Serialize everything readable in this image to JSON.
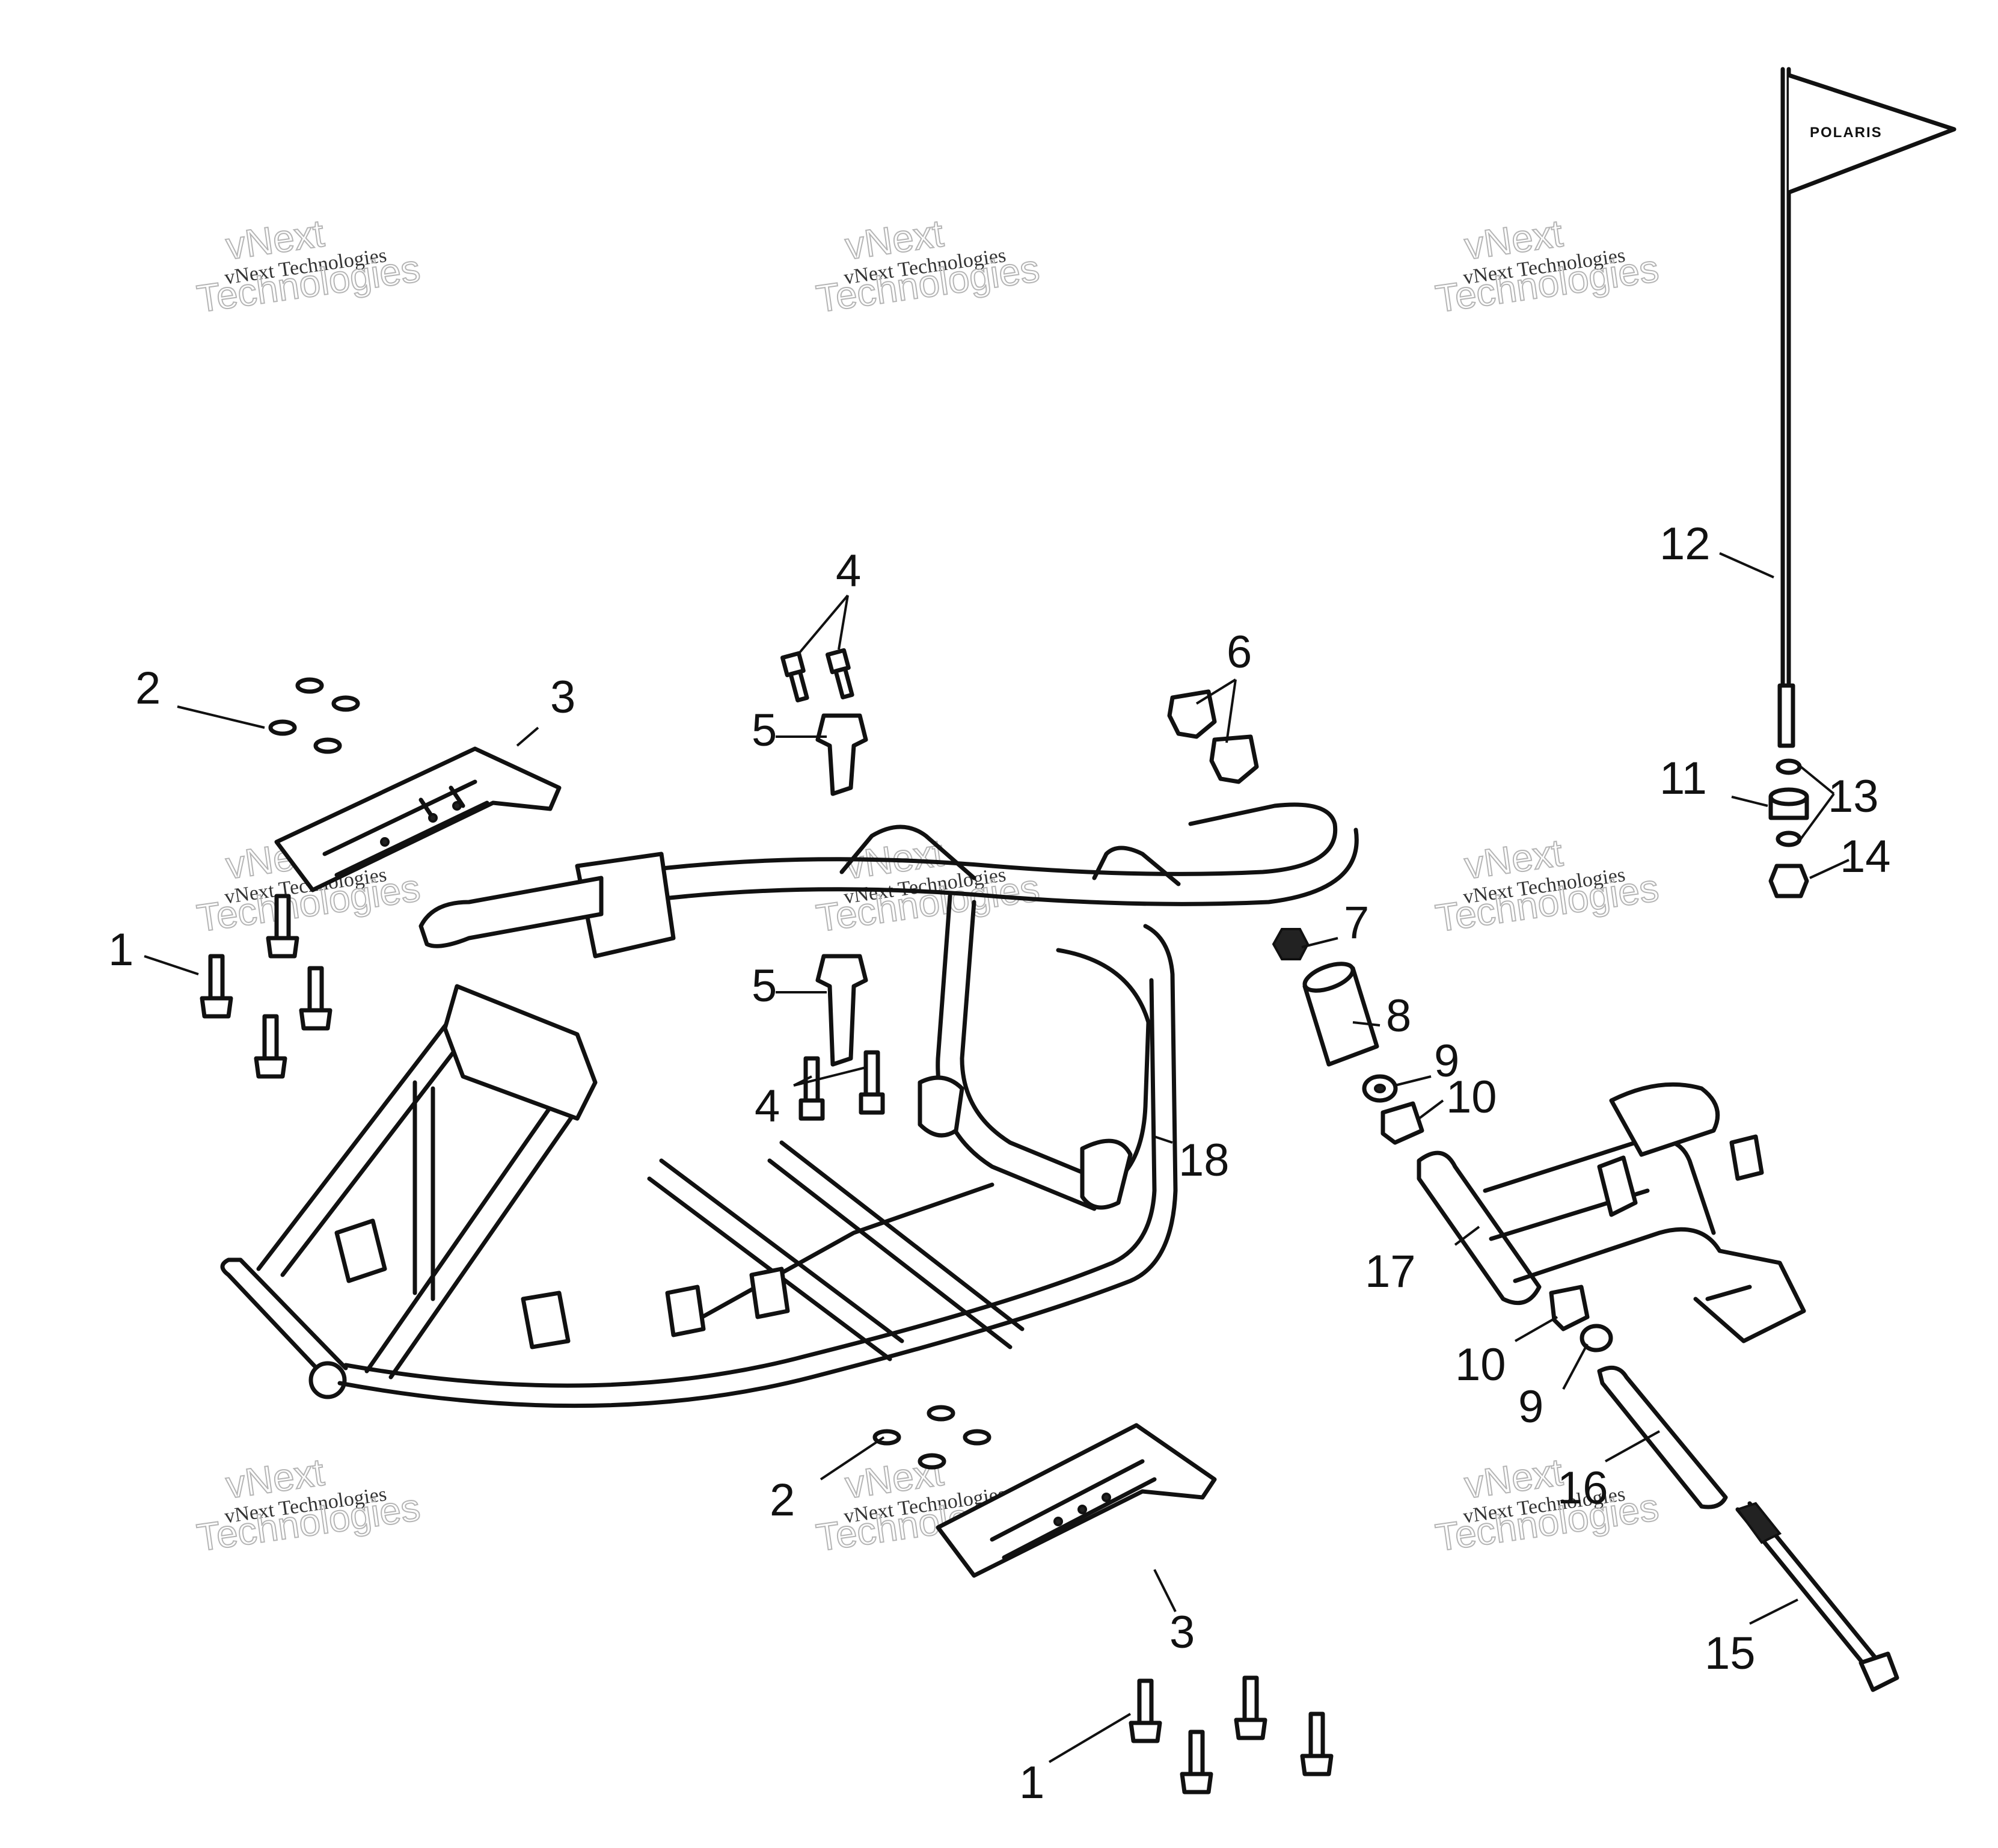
{
  "callouts": {
    "c1a": "1",
    "c1b": "1",
    "c2a": "2",
    "c2b": "2",
    "c3a": "3",
    "c3b": "3",
    "c4a": "4",
    "c4b": "4",
    "c5a": "5",
    "c5b": "5",
    "c6": "6",
    "c7": "7",
    "c8": "8",
    "c9a": "9",
    "c9b": "9",
    "c10a": "10",
    "c10b": "10",
    "c11": "11",
    "c12": "12",
    "c13": "13",
    "c14": "14",
    "c15": "15",
    "c16": "16",
    "c17": "17",
    "c18": "18"
  },
  "flag_text": "POLARIS",
  "watermark": {
    "line1": "vNext",
    "line2": "vNext Technologies",
    "line3": "Technologies"
  },
  "colors": {
    "ink": "#111111",
    "watermark": "#b5b5b5",
    "paper": "#ffffff"
  }
}
